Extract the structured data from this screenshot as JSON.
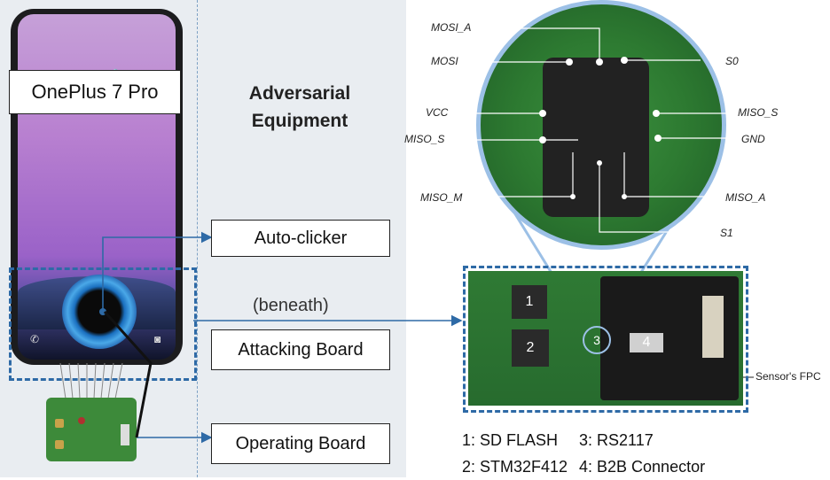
{
  "phone_label": "OnePlus 7 Pro",
  "equipment_title_line1": "Adversarial",
  "equipment_title_line2": "Equipment",
  "labels": {
    "auto_clicker": "Auto-clicker",
    "beneath": "(beneath)",
    "attacking_board": "Attacking Board",
    "operating_board": "Operating Board",
    "sensor_fpc": "Sensor's FPC"
  },
  "chip_numbers": [
    "1",
    "2",
    "3",
    "4"
  ],
  "pins": {
    "mosi_a": "MOSI_A",
    "mosi": "MOSI",
    "s0": "S0",
    "vcc": "VCC",
    "miso_s_right": "MISO_S",
    "miso_s_left": "MISO_S",
    "gnd": "GND",
    "miso_m": "MISO_M",
    "miso_a": "MISO_A",
    "s1": "S1"
  },
  "legend": [
    {
      "left": "1: SD FLASH",
      "right": "3: RS2117"
    },
    {
      "left": "2: STM32F412",
      "right": "4: B2B Connector"
    }
  ],
  "colors": {
    "arrow": "#2e6aa6",
    "zoom_ring": "#9cc0e6",
    "board_green": "#2f7a34"
  }
}
